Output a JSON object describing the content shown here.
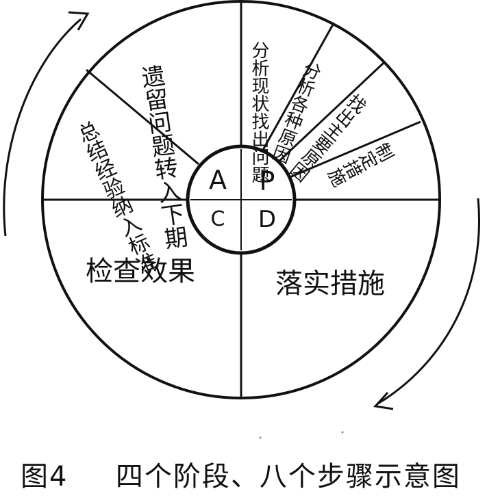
{
  "diagram": {
    "center_quadrants": {
      "top_left": "A",
      "top_right": "P",
      "bottom_left": "C",
      "bottom_right": "D"
    },
    "p_steps": [
      "分析现状找出问题",
      "分析各种原因",
      "找出主要原因",
      "制定措施"
    ],
    "a_steps": [
      "遗留问题转入下期",
      "总结经验纳入标准"
    ],
    "c_step": "检查效果",
    "d_step": "落实措施"
  },
  "caption": {
    "figure_label": "图4",
    "text": "四个阶段、八个步骤示意图"
  },
  "colors": {
    "ink": "#111111",
    "paper": "#ffffff"
  }
}
